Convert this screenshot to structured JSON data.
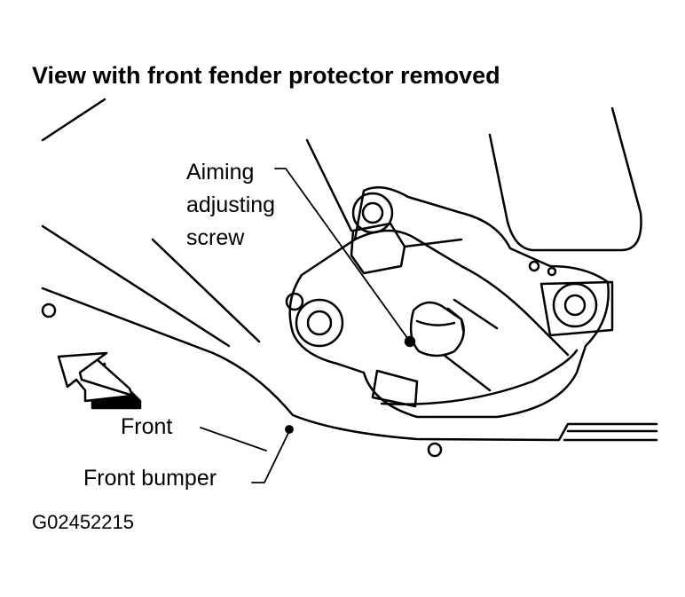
{
  "title": "View with front fender protector removed",
  "labels": {
    "aiming_line1": "Aiming",
    "aiming_line2": "adjusting",
    "aiming_line3": "screw",
    "front": "Front",
    "front_bumper": "Front bumper"
  },
  "figure_code": "G02452215"
}
